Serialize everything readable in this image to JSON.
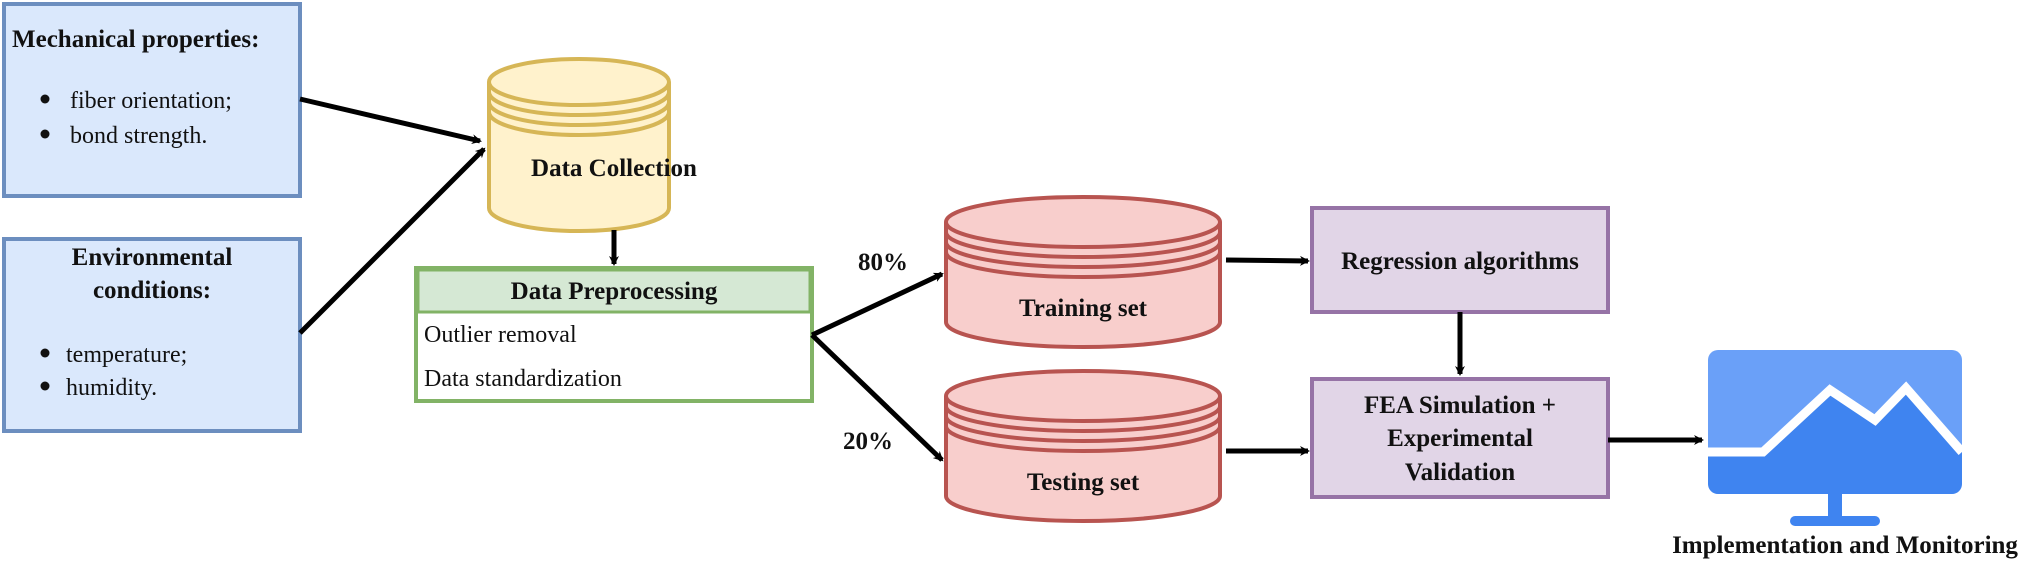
{
  "mechanical": {
    "title": "Mechanical properties:",
    "items": [
      "fiber orientation;",
      "bond strength."
    ]
  },
  "environmental": {
    "title_line1": "Environmental",
    "title_line2": "conditions:",
    "items": [
      "temperature;",
      "humidity."
    ]
  },
  "data_collection": {
    "label": "Data Collection"
  },
  "preprocessing": {
    "title": "Data Preprocessing",
    "steps": [
      "Outlier removal",
      "Data standardization"
    ]
  },
  "split": {
    "train_pct": "80%",
    "test_pct": "20%"
  },
  "training_set": {
    "label": "Training set"
  },
  "testing_set": {
    "label": "Testing set"
  },
  "regression": {
    "label": "Regression algorithms"
  },
  "fea": {
    "line1": "FEA Simulation +",
    "line2": "Experimental",
    "line3": "Validation"
  },
  "monitoring": {
    "label": "Implementation and Monitoring"
  },
  "colors": {
    "blue_fill": "#dae8fc",
    "blue_stroke": "#6c8ebf",
    "yellow_fill": "#fff2cc",
    "yellow_stroke": "#d6b656",
    "green_fill": "#d5e8d4",
    "green_stroke": "#82b366",
    "red_fill": "#f8cecc",
    "red_stroke": "#b85450",
    "purple_fill": "#e1d5e7",
    "purple_stroke": "#9673a6",
    "monitor_light": "#6aa0f8",
    "monitor_dark": "#3f84f0"
  }
}
